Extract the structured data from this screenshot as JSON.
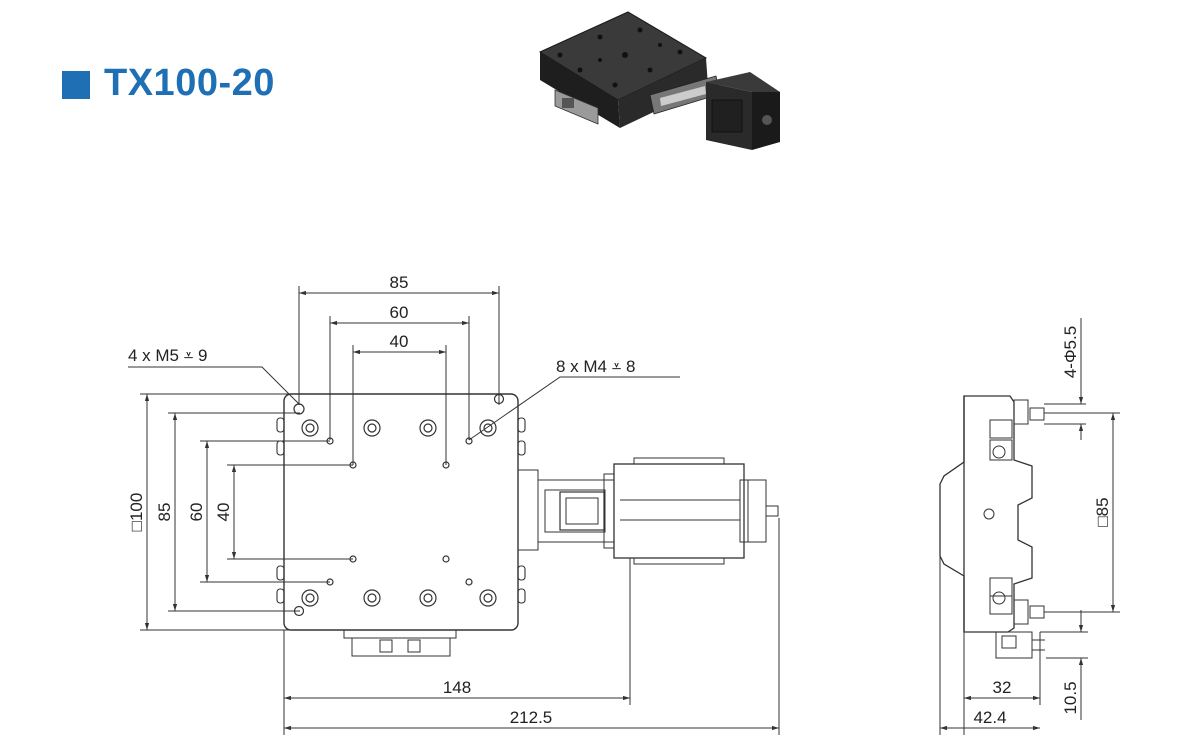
{
  "title": "TX100-20",
  "colors": {
    "title": "#1f6fb5",
    "line": "#333333",
    "photo_body": "#2b2b2b"
  },
  "dimensions": {
    "top_85": "85",
    "top_60": "60",
    "top_40": "40",
    "left_100": "□100",
    "left_85": "85",
    "left_60": "60",
    "left_40": "40",
    "bottom_148": "148",
    "bottom_212": "212.5",
    "side_hole": "4-Φ5.5",
    "side_85": "□85",
    "side_32": "32",
    "side_42": "42.4",
    "side_10": "10.5"
  },
  "callouts": {
    "m5": "4 x  M5 ⩡ 9",
    "m4": "8 x  M4 ⩡ 8"
  }
}
